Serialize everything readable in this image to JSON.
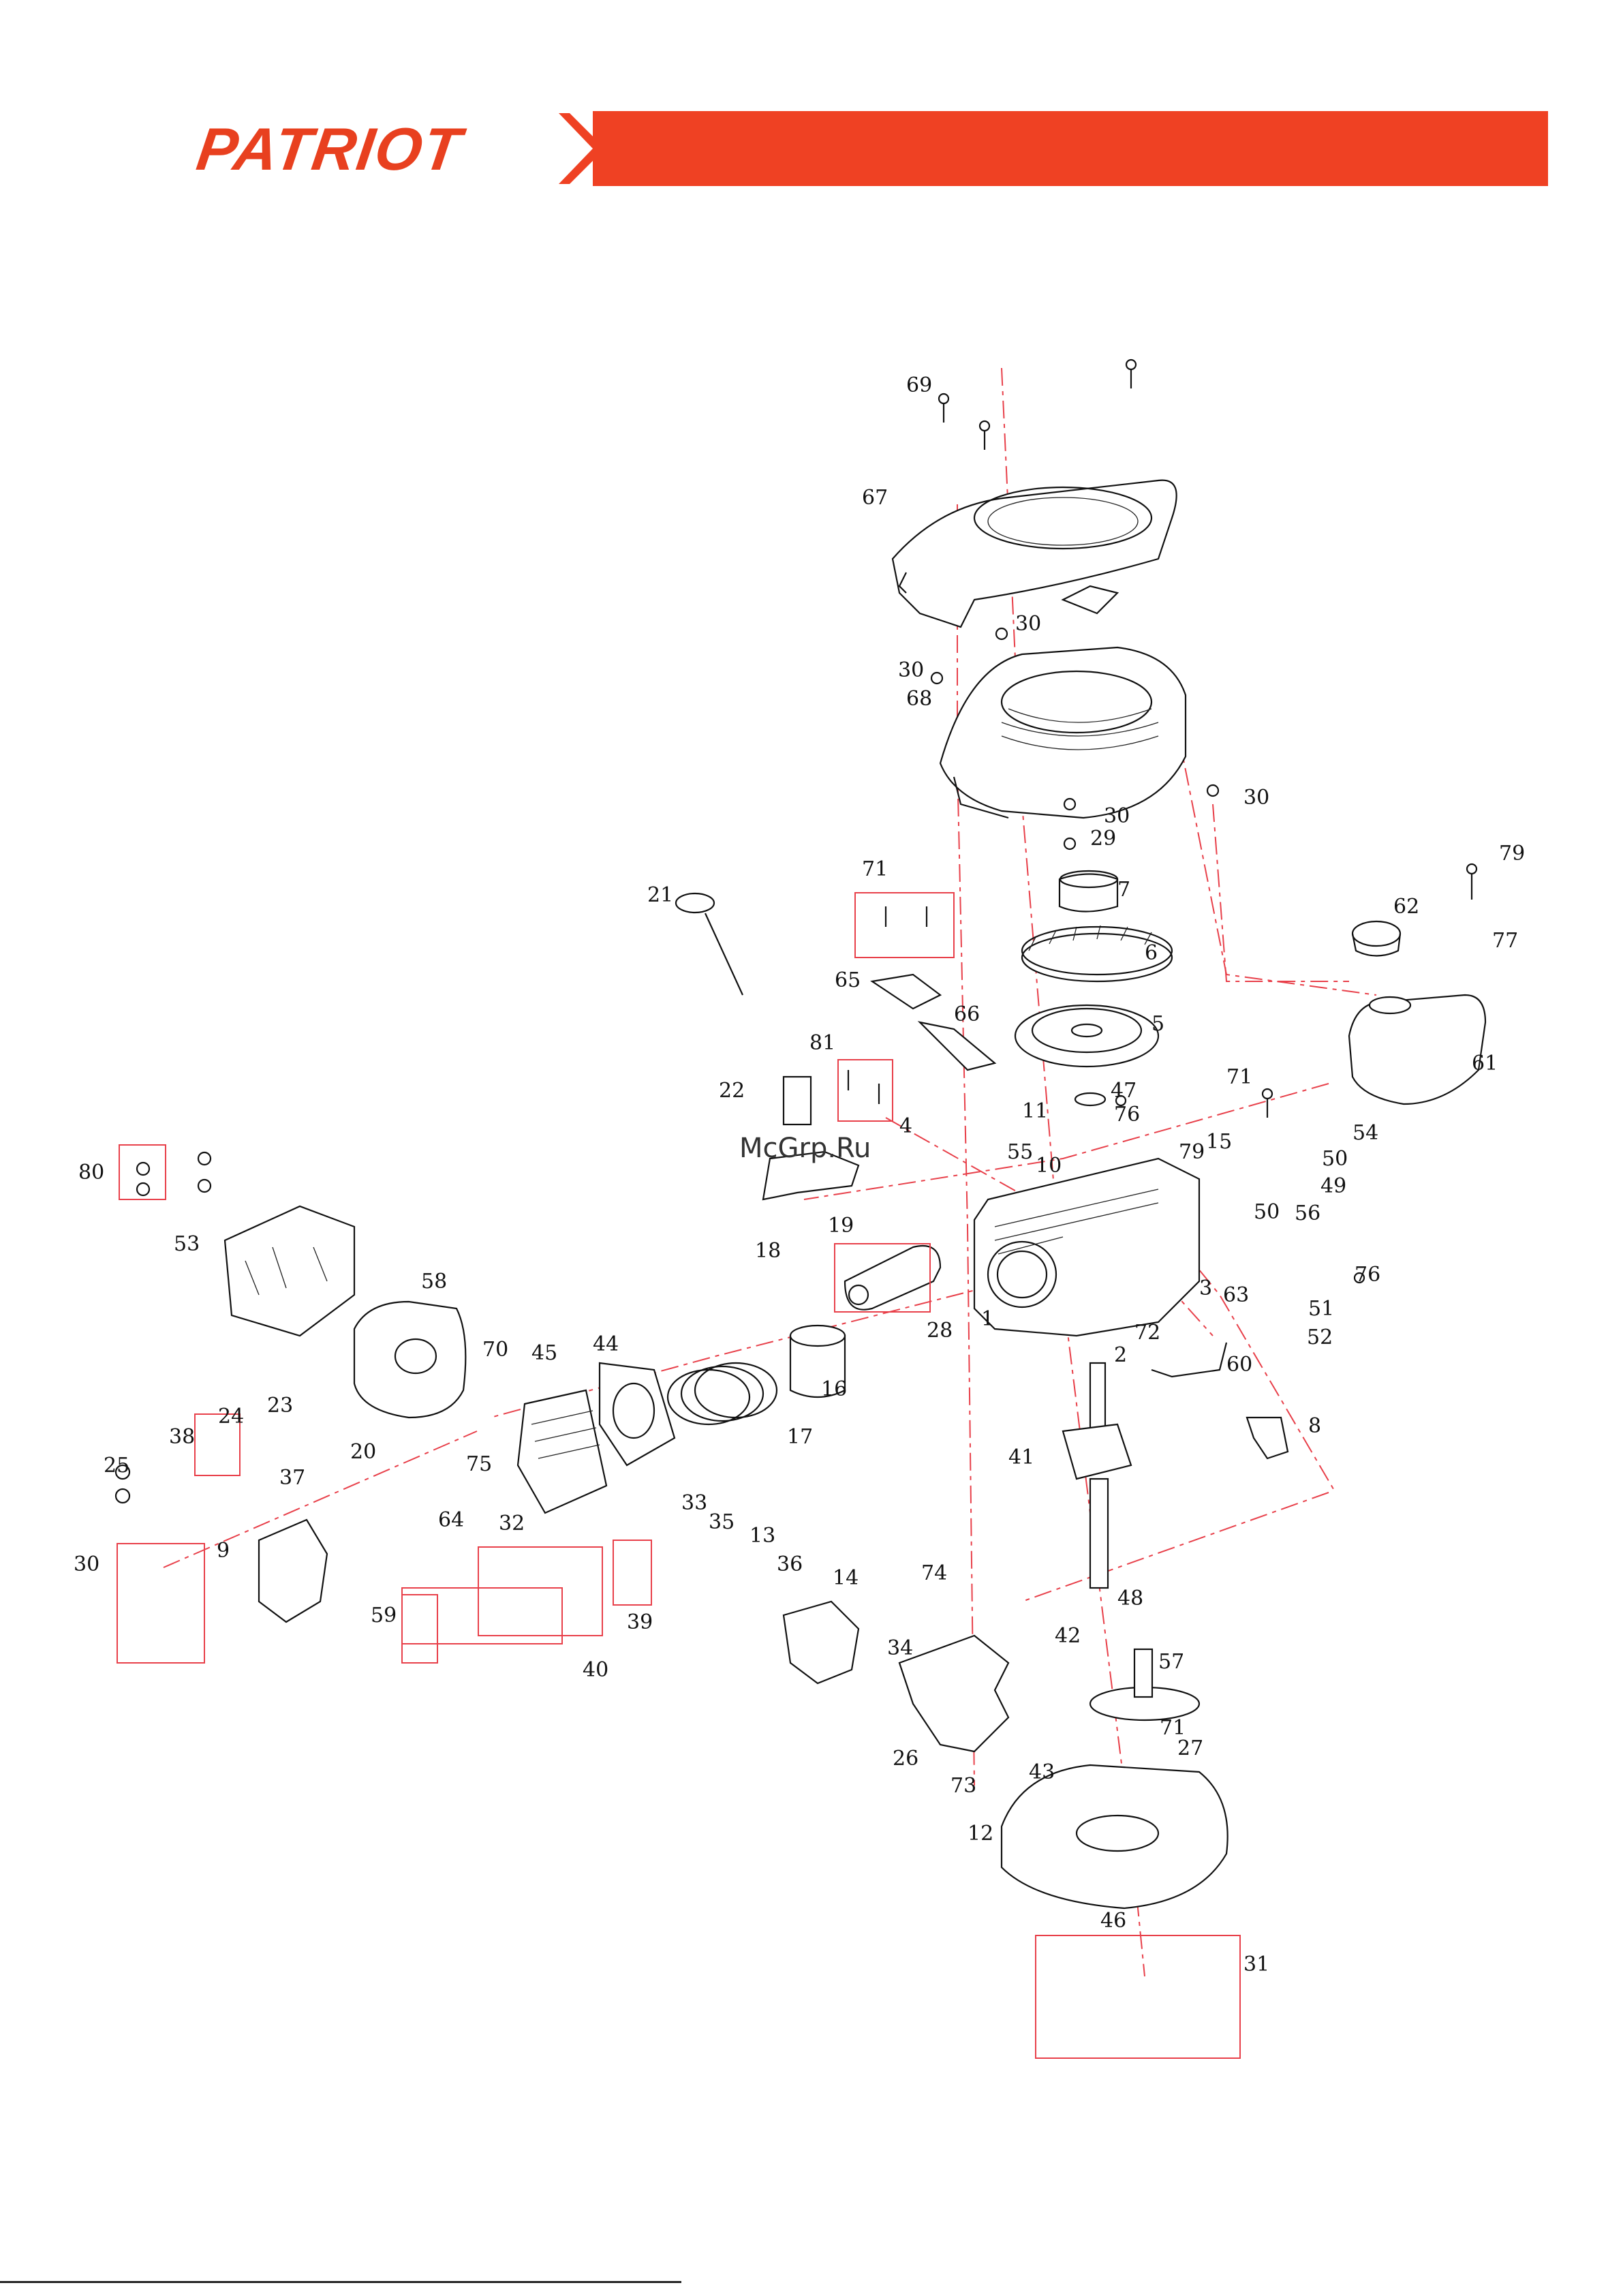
{
  "brand": {
    "logo_text": "PATRIOT",
    "accent": "#ef4123"
  },
  "watermark": "McGrp.Ru",
  "callouts": [
    {
      "n": "69"
    },
    {
      "n": "67"
    },
    {
      "n": "30"
    },
    {
      "n": "30"
    },
    {
      "n": "68"
    },
    {
      "n": "30"
    },
    {
      "n": "30"
    },
    {
      "n": "29"
    },
    {
      "n": "71"
    },
    {
      "n": "7"
    },
    {
      "n": "6"
    },
    {
      "n": "21"
    },
    {
      "n": "65"
    },
    {
      "n": "66"
    },
    {
      "n": "5"
    },
    {
      "n": "81"
    },
    {
      "n": "47"
    },
    {
      "n": "22"
    },
    {
      "n": "11"
    },
    {
      "n": "76"
    },
    {
      "n": "4"
    },
    {
      "n": "71"
    },
    {
      "n": "55"
    },
    {
      "n": "10"
    },
    {
      "n": "79"
    },
    {
      "n": "15"
    },
    {
      "n": "50"
    },
    {
      "n": "49"
    },
    {
      "n": "50"
    },
    {
      "n": "56"
    },
    {
      "n": "54"
    },
    {
      "n": "61"
    },
    {
      "n": "62"
    },
    {
      "n": "79"
    },
    {
      "n": "77"
    },
    {
      "n": "80"
    },
    {
      "n": "53"
    },
    {
      "n": "19"
    },
    {
      "n": "18"
    },
    {
      "n": "58"
    },
    {
      "n": "28"
    },
    {
      "n": "1"
    },
    {
      "n": "3"
    },
    {
      "n": "63"
    },
    {
      "n": "51"
    },
    {
      "n": "52"
    },
    {
      "n": "76"
    },
    {
      "n": "2"
    },
    {
      "n": "72"
    },
    {
      "n": "60"
    },
    {
      "n": "8"
    },
    {
      "n": "70"
    },
    {
      "n": "45"
    },
    {
      "n": "44"
    },
    {
      "n": "16"
    },
    {
      "n": "17"
    },
    {
      "n": "41"
    },
    {
      "n": "23"
    },
    {
      "n": "38"
    },
    {
      "n": "24"
    },
    {
      "n": "37"
    },
    {
      "n": "20"
    },
    {
      "n": "25"
    },
    {
      "n": "75"
    },
    {
      "n": "64"
    },
    {
      "n": "32"
    },
    {
      "n": "33"
    },
    {
      "n": "35"
    },
    {
      "n": "13"
    },
    {
      "n": "36"
    },
    {
      "n": "74"
    },
    {
      "n": "14"
    },
    {
      "n": "9"
    },
    {
      "n": "30"
    },
    {
      "n": "48"
    },
    {
      "n": "42"
    },
    {
      "n": "57"
    },
    {
      "n": "59"
    },
    {
      "n": "39"
    },
    {
      "n": "40"
    },
    {
      "n": "34"
    },
    {
      "n": "71"
    },
    {
      "n": "27"
    },
    {
      "n": "26"
    },
    {
      "n": "73"
    },
    {
      "n": "43"
    },
    {
      "n": "12"
    },
    {
      "n": "46"
    },
    {
      "n": "31"
    }
  ]
}
